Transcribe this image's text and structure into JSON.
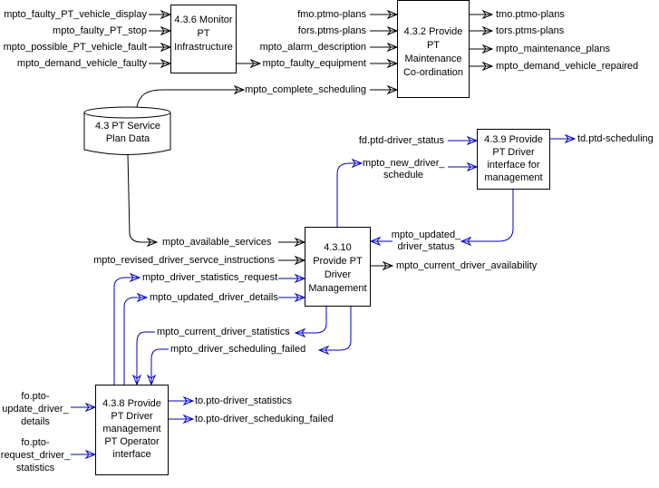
{
  "colors": {
    "black_flow": "#000000",
    "blue_flow": "#0000c8",
    "background": "#ffffff"
  },
  "processes": {
    "p436": {
      "label": [
        "4.3.6 Monitor",
        "PT",
        "Infrastructure"
      ]
    },
    "p432": {
      "label": [
        "4.3.2 Provide",
        "PT",
        "Maintenance",
        "Co-ordination"
      ]
    },
    "p439": {
      "label": [
        "4.3.9 Provide",
        "PT Driver",
        "interface for",
        "management"
      ]
    },
    "p4310": {
      "label": [
        "4.3.10",
        "Provide PT",
        "Driver",
        "Management"
      ]
    },
    "p438": {
      "label": [
        "4.3.8 Provide",
        "PT Driver",
        "management",
        "PT Operator",
        "interface"
      ]
    }
  },
  "datastore": {
    "label": [
      "4.3 PT Service",
      "Plan Data"
    ]
  },
  "flows": {
    "faulty_vehicle_display": "mpto_faulty_PT_vehicle_display",
    "faulty_stop": "mpto_faulty_PT_stop",
    "possible_vehicle_fault": "mpto_possible_PT_vehicle_fault",
    "demand_vehicle_faulty": "mpto_demand_vehicle_faulty",
    "fmo_plans_in": "fmo.ptmo-plans",
    "fors_plans_in": "fors.ptms-plans",
    "alarm_description": "mpto_alarm_description",
    "faulty_equipment": "mpto_faulty_equipment",
    "complete_scheduling": "mpto_complete_scheduling",
    "tmo_plans_out": "tmo.ptmo-plans",
    "tors_plans_out": "tors.ptms-plans",
    "maintenance_plans": "mpto_maintenance_plans",
    "demand_vehicle_repaired": "mpto_demand_vehicle_repaired",
    "fd_driver_status": "fd.ptd-driver_status",
    "new_driver_schedule": [
      "mpto_new_driver_",
      "schedule"
    ],
    "td_scheduling": "td.ptd-scheduling",
    "updated_driver_status": [
      "mpto_updated_",
      "driver_status"
    ],
    "available_services": "mpto_available_services",
    "revised_instructions": "mpto_revised_driver_servce_instructions",
    "stats_request": "mpto_driver_statistics_request",
    "updated_details": "mpto_updated_driver_details",
    "current_availability": "mpto_current_driver_availability",
    "current_stats": "mpto_current_driver_statistics",
    "scheduling_failed": "mpto_driver_scheduling_failed",
    "fo_update_details": [
      "fo.pto-",
      "update_driver_",
      "details"
    ],
    "fo_request_stats": [
      "fo.pto-",
      "request_driver_",
      "statistics"
    ],
    "to_driver_stats": "to.pto-driver_statistics",
    "to_sched_failed": "to.pto-driver_scheduking_failed"
  }
}
